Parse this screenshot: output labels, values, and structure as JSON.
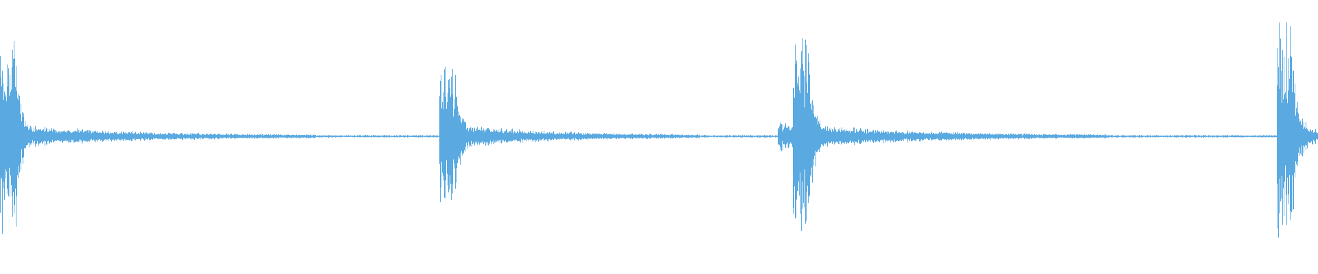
{
  "waveform": {
    "color": "#5aa9e0",
    "background": "#ffffff",
    "transients": [
      {
        "peak_amplitude": 0.88,
        "decay": "long"
      },
      {
        "peak_amplitude": 0.68,
        "decay": "medium"
      },
      {
        "peak_amplitude": 0.95,
        "decay": "long"
      },
      {
        "peak_amplitude": 0.9,
        "decay": "short"
      }
    ]
  }
}
